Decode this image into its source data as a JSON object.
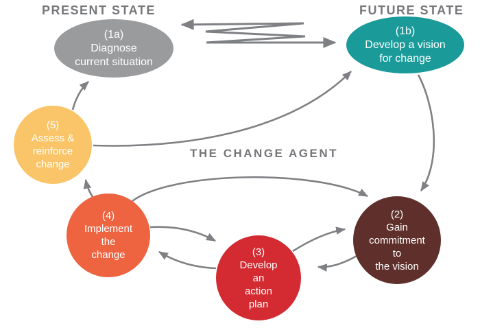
{
  "diagram": {
    "labels": {
      "present_state": "PRESENT STATE",
      "future_state": "FUTURE STATE",
      "change_agent": "THE CHANGE AGENT"
    },
    "nodes": {
      "diagnose": {
        "num": "(1a)",
        "lines": [
          "Diagnose",
          "current situation"
        ],
        "color": "#9a9b9d"
      },
      "vision": {
        "num": "(1b)",
        "lines": [
          "Develop a vision",
          "for change"
        ],
        "color": "#1a9b99"
      },
      "commit": {
        "num": "(2)",
        "lines": [
          "Gain",
          "commitment",
          "to",
          "the vision"
        ],
        "color": "#5e2f2b"
      },
      "plan": {
        "num": "(3)",
        "lines": [
          "Develop",
          "an",
          "action",
          "plan"
        ],
        "color": "#d32b31"
      },
      "implement": {
        "num": "(4)",
        "lines": [
          "Implement",
          "the",
          "change"
        ],
        "color": "#ee6340"
      },
      "assess": {
        "num": "(5)",
        "lines": [
          "Assess &",
          "reinforce",
          "change"
        ],
        "color": "#fac568"
      }
    },
    "arrows": {
      "color": "#7e8083",
      "connections": [
        {
          "from": "1a",
          "to": "1b",
          "style": "zigzag-double-headed"
        },
        {
          "from": "5",
          "to": "1a"
        },
        {
          "from": "5",
          "to": "1b"
        },
        {
          "from": "1b",
          "to": "2"
        },
        {
          "from": "4",
          "to": "2"
        },
        {
          "from": "4",
          "to": "5"
        },
        {
          "from": "4",
          "to": "3"
        },
        {
          "from": "3",
          "to": "4"
        },
        {
          "from": "3",
          "to": "2"
        },
        {
          "from": "2",
          "to": "3"
        }
      ]
    },
    "node_text_color": "#ffffff",
    "label_color": "#76777a",
    "background": "#ffffff"
  }
}
